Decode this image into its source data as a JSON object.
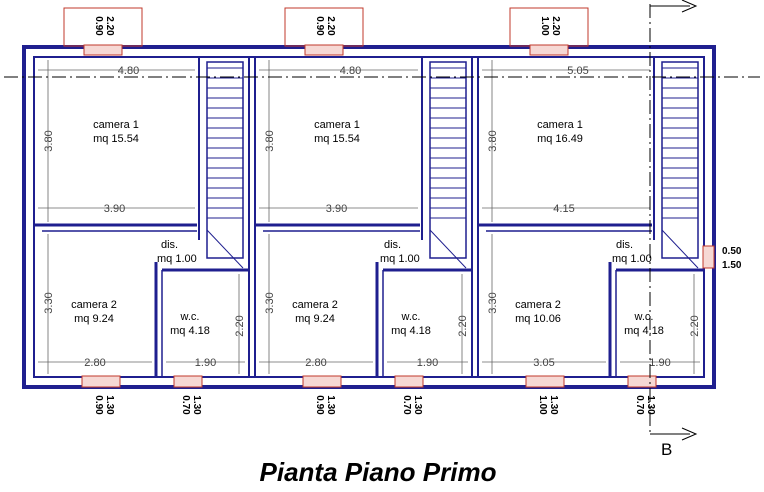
{
  "title": "Pianta Piano Primo",
  "section_label": "B",
  "colors": {
    "wall": "#1f1f8f",
    "dimension": "#666666",
    "window": "#c0392b",
    "section_line": "#000000"
  },
  "units": [
    {
      "top_window": [
        "0.90",
        "2.20"
      ],
      "width_top": "4.80",
      "height_room1": "3.80",
      "width_mid": "3.90",
      "height_room2": "3.30",
      "width_room2": "2.80",
      "height_wc": "2.20",
      "width_wc": "1.90",
      "rooms": {
        "camera1": [
          "camera 1",
          "mq 15.54"
        ],
        "camera2": [
          "camera 2",
          "mq 9.24"
        ],
        "wc": [
          "w.c.",
          "mq 4.18"
        ],
        "dis": [
          "dis.",
          "mq 1.00"
        ]
      },
      "bottom_windows": [
        [
          "0.90",
          "1.30"
        ],
        [
          "0.70",
          "1.30"
        ]
      ]
    },
    {
      "top_window": [
        "0.90",
        "2.20"
      ],
      "width_top": "4.80",
      "height_room1": "3.80",
      "width_mid": "3.90",
      "height_room2": "3.30",
      "width_room2": "2.80",
      "height_wc": "2.20",
      "width_wc": "1.90",
      "rooms": {
        "camera1": [
          "camera 1",
          "mq 15.54"
        ],
        "camera2": [
          "camera 2",
          "mq 9.24"
        ],
        "wc": [
          "w.c.",
          "mq 4.18"
        ],
        "dis": [
          "dis.",
          "mq 1.00"
        ]
      },
      "bottom_windows": [
        [
          "0.90",
          "1.30"
        ],
        [
          "0.70",
          "1.30"
        ]
      ]
    },
    {
      "top_window": [
        "1.00",
        "2.20"
      ],
      "width_top": "5.05",
      "height_room1": "3.80",
      "width_mid": "4.15",
      "height_room2": "3.30",
      "width_room2": "3.05",
      "height_wc": "2.20",
      "width_wc": "1.90",
      "rooms": {
        "camera1": [
          "camera 1",
          "mq 16.49"
        ],
        "camera2": [
          "camera 2",
          "mq 10.06"
        ],
        "wc": [
          "w.c.",
          "mq 4.18"
        ],
        "dis": [
          "dis.",
          "mq 1.00"
        ]
      },
      "bottom_windows": [
        [
          "1.00",
          "1.30"
        ],
        [
          "0.70",
          "1.30"
        ]
      ]
    }
  ],
  "side_window": [
    "0.50",
    "1.50"
  ]
}
